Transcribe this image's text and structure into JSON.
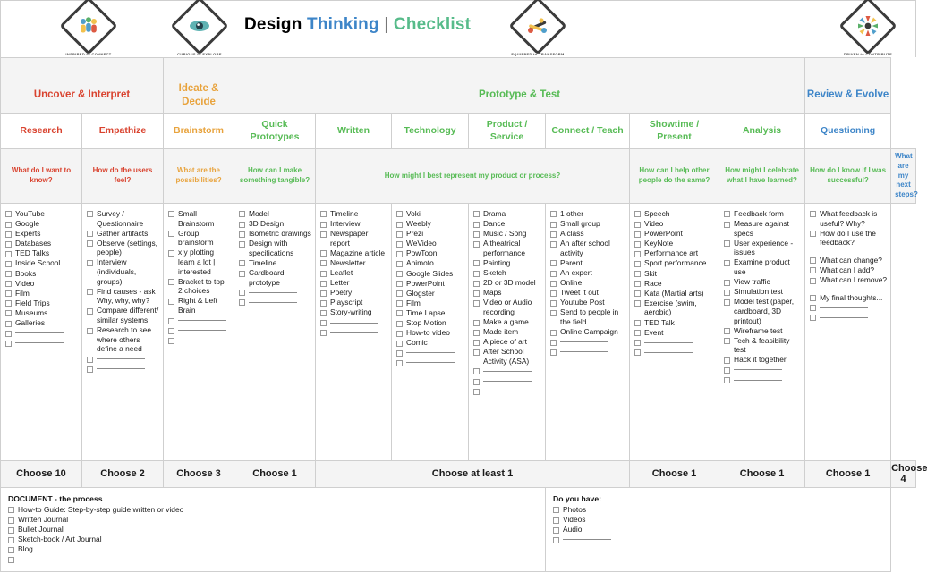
{
  "title": {
    "word1": "Design",
    "word2": "Thinking",
    "separator": "|",
    "word3": "Checklist",
    "color_word1": "#000000",
    "color_word2": "#3d85c8",
    "color_word3": "#57bb8a"
  },
  "icons": [
    {
      "name": "people-diamond-icon",
      "caption": "INSPIRED to CONNECT"
    },
    {
      "name": "eye-diamond-icon",
      "caption": "CURIOUS to EXPLORE"
    },
    {
      "name": "tools-diamond-icon",
      "caption": "EQUIPPED to TRANSFORM"
    },
    {
      "name": "burst-diamond-icon",
      "caption": "DRIVEN to CONTRIBUTE"
    }
  ],
  "stages": [
    {
      "label": "Uncover & Interpret",
      "color": "#d9432f",
      "span": 2
    },
    {
      "label": "Ideate & Decide",
      "color": "#e8a33d",
      "span": 1
    },
    {
      "label": "Prototype & Test",
      "color": "#57bb55",
      "span": 7
    },
    {
      "label": "Review & Evolve",
      "color": "#3d85c8",
      "span": 1
    }
  ],
  "columns": [
    {
      "discipline": "Research",
      "color": "#d9432f",
      "question": "What do I want to know?",
      "question_span": 1,
      "choose": "Choose 10",
      "choose_span": 1,
      "items": [
        "YouTube",
        "Google",
        "Experts",
        "Databases",
        "TED Talks",
        "Inside School",
        "Books",
        "Video",
        "Film",
        "Field Trips",
        "Museums",
        "Galleries"
      ],
      "blanks": 2
    },
    {
      "discipline": "Empathize",
      "color": "#d9432f",
      "question": "How do the users feel?",
      "question_span": 1,
      "choose": "Choose 2",
      "choose_span": 1,
      "items": [
        "Survey / Questionnaire",
        "Gather artifacts",
        "Observe (settings, people)",
        "Interview (individuals, groups)",
        "Find causes - ask Why, why, why?",
        "Compare different/ similar systems",
        "Research to see where others define a need"
      ],
      "blanks": 2
    },
    {
      "discipline": "Brainstorm",
      "color": "#e8a33d",
      "question": "What are the possibilities?",
      "question_span": 1,
      "choose": "Choose 3",
      "choose_span": 1,
      "items": [
        "Small Brainstorm",
        "Group brainstorm",
        "x y plotting learn a lot | interested",
        "Bracket to top 2 choices",
        "Right & Left Brain"
      ],
      "blanks": 2,
      "extra_empty_boxes": 1
    },
    {
      "discipline": "Quick Prototypes",
      "color": "#57bb55",
      "question": "How can I make something tangible?",
      "question_span": 1,
      "choose": "Choose 1",
      "choose_span": 1,
      "items": [
        "Model",
        "3D Design",
        "Isometric drawings",
        "Design with specifications",
        "Timeline",
        "Cardboard prototype"
      ],
      "blanks": 2
    },
    {
      "discipline": "Written",
      "color": "#57bb55",
      "question": "How might I best represent my product or process?",
      "question_span": 4,
      "choose": "Choose at least 1",
      "choose_span": 4,
      "items": [
        "Timeline",
        "Interview",
        "Newspaper report",
        "Magazine article",
        "Newsletter",
        "Leaflet",
        "Letter",
        "Poetry",
        "Playscript",
        "Story-writing"
      ],
      "blanks": 2
    },
    {
      "discipline": "Technology",
      "color": "#57bb55",
      "question": "",
      "question_span": 0,
      "choose": "",
      "choose_span": 0,
      "items": [
        "Voki",
        "Weebly",
        "Prezi",
        "WeVideo",
        "PowToon",
        "Animoto",
        "Google Slides",
        "PowerPoint",
        "Glogster",
        "Film",
        "Time Lapse",
        "Stop Motion",
        "How-to video",
        "Comic"
      ],
      "blanks": 2
    },
    {
      "discipline": "Product / Service",
      "color": "#57bb55",
      "question": "",
      "question_span": 0,
      "choose": "",
      "choose_span": 0,
      "items": [
        "Drama",
        "Dance",
        "Music / Song",
        "A theatrical performance",
        "Painting",
        "Sketch",
        "2D or 3D model",
        "Maps",
        "Video or Audio recording",
        "Make a game",
        "Made item",
        "A piece of art",
        "After School Activity (ASA)"
      ],
      "blanks": 2,
      "extra_empty_boxes": 1
    },
    {
      "discipline": "Connect / Teach",
      "color": "#57bb55",
      "question": "How can I help other people do the same?",
      "question_span": 1,
      "choose": "Choose 1",
      "choose_span": 1,
      "items": [
        "1 other",
        "Small group",
        "A class",
        "An after school activity",
        "Parent",
        "An expert",
        "Online",
        "Tweet it out",
        "Youtube Post",
        "Send to people in the field",
        "Online Campaign"
      ],
      "blanks": 2
    },
    {
      "discipline": "Showtime / Present",
      "color": "#57bb55",
      "question": "How might I celebrate what I have learned?",
      "question_span": 1,
      "choose": "Choose 1",
      "choose_span": 1,
      "items": [
        "Speech",
        "Video",
        "PowerPoint",
        "KeyNote",
        "Performance art",
        "Sport performance",
        "Skit",
        "Race",
        "Kata (Martial arts)",
        "Exercise (swim, aerobic)",
        "TED Talk",
        "Event"
      ],
      "blanks": 2
    },
    {
      "discipline": "Analysis",
      "color": "#57bb55",
      "question": "How do I know if I was successful?",
      "question_span": 1,
      "choose": "Choose 1",
      "choose_span": 1,
      "items": [
        "Feedback form",
        "Measure against specs",
        "User experience - issues",
        "Examine product use",
        "View traffic",
        "Simulation test",
        "Model test (paper, cardboard, 3D printout)",
        "Wireframe test",
        "Tech & feasibility test",
        "Hack it together"
      ],
      "blanks": 2
    },
    {
      "discipline": "Questioning",
      "color": "#3d85c8",
      "question": "What are my next steps?",
      "question_span": 1,
      "choose": "Choose 4",
      "choose_span": 1,
      "items": [
        "What feedback is useful? Why?",
        "How do I use the feedback?",
        "__GAP__",
        "What can change?",
        "What can I add?",
        "What can I remove?",
        "__GAP__",
        "My final thoughts..."
      ],
      "blanks": 2
    }
  ],
  "footer": {
    "document": {
      "title": "DOCUMENT - the process",
      "items": [
        "How-to Guide: Step-by-step guide written or video",
        "Written Journal",
        "Bullet Journal",
        "Sketch-book / Art Journal",
        "Blog"
      ],
      "blanks": 1
    },
    "do_you_have": {
      "title": "Do you have:",
      "items": [
        "Photos",
        "Videos",
        "Audio"
      ],
      "blanks": 1
    }
  }
}
